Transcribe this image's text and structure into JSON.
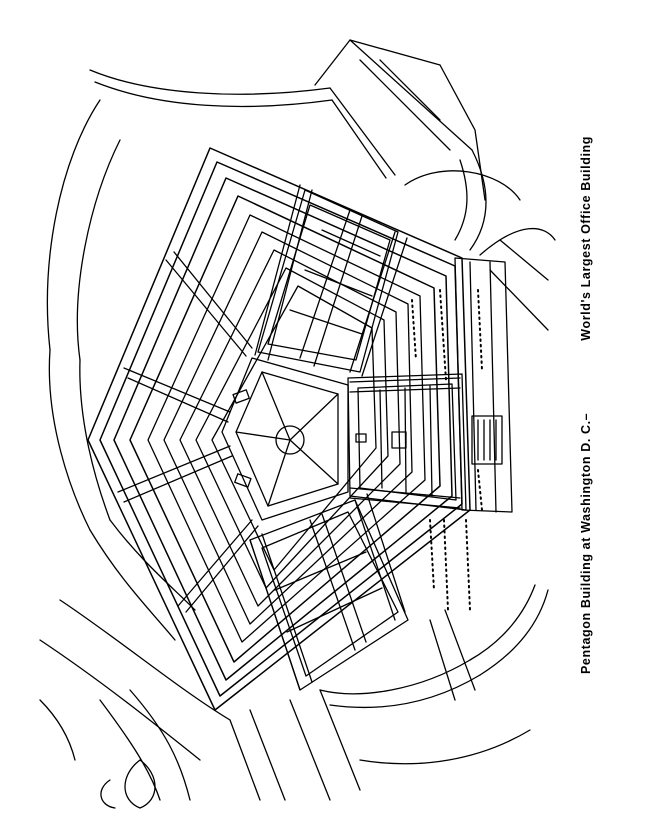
{
  "caption": {
    "left": "Pentagon Building at Washington D. C.–",
    "right": "World's Largest Office Building"
  },
  "illustration": {
    "subject": "pentagon-building-line-drawing",
    "style": "black-and-white coloring page line art",
    "colors": {
      "ink": "#000000",
      "paper": "#ffffff"
    }
  }
}
